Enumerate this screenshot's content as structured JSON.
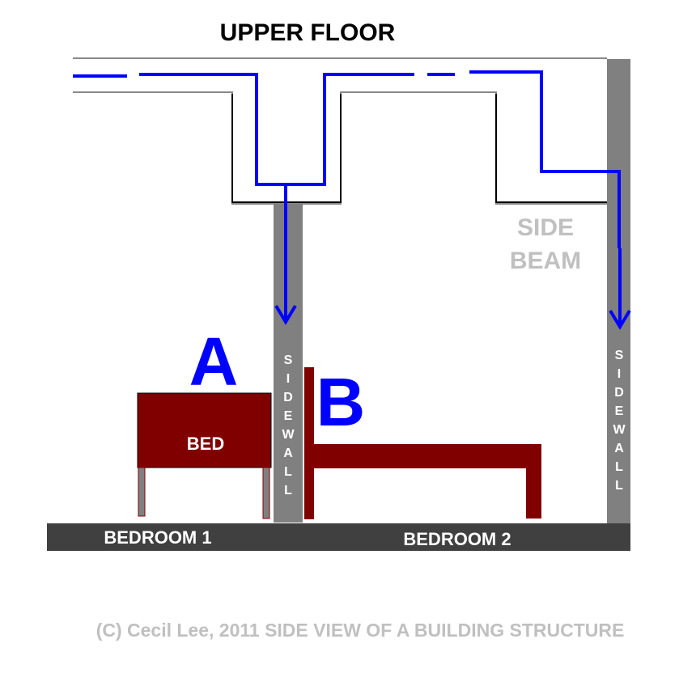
{
  "labels": {
    "upper_floor": "UPPER FLOOR",
    "side_beam_line1": "SIDE",
    "side_beam_line2": "BEAM",
    "label_a": "A",
    "label_b": "B",
    "bed": "BED",
    "sidewall_left": [
      "S",
      "I",
      "D",
      "E",
      "W",
      "A",
      "L",
      "L"
    ],
    "sidewall_right": [
      "S",
      "I",
      "D",
      "E",
      "W",
      "A",
      "L",
      "L"
    ],
    "bedroom1": "BEDROOM 1",
    "bedroom2": "BEDROOM 2",
    "footer": "(C) Cecil Lee, 2011  SIDE VIEW OF A BUILDING STRUCTURE"
  },
  "colors": {
    "load_path": "#0000ff",
    "wall": "#808080",
    "floor": "#404040",
    "bed": "#800000",
    "side_beam_text": "#c0c0c0",
    "footer_text": "#c0c0c0",
    "outline": "#000000"
  }
}
